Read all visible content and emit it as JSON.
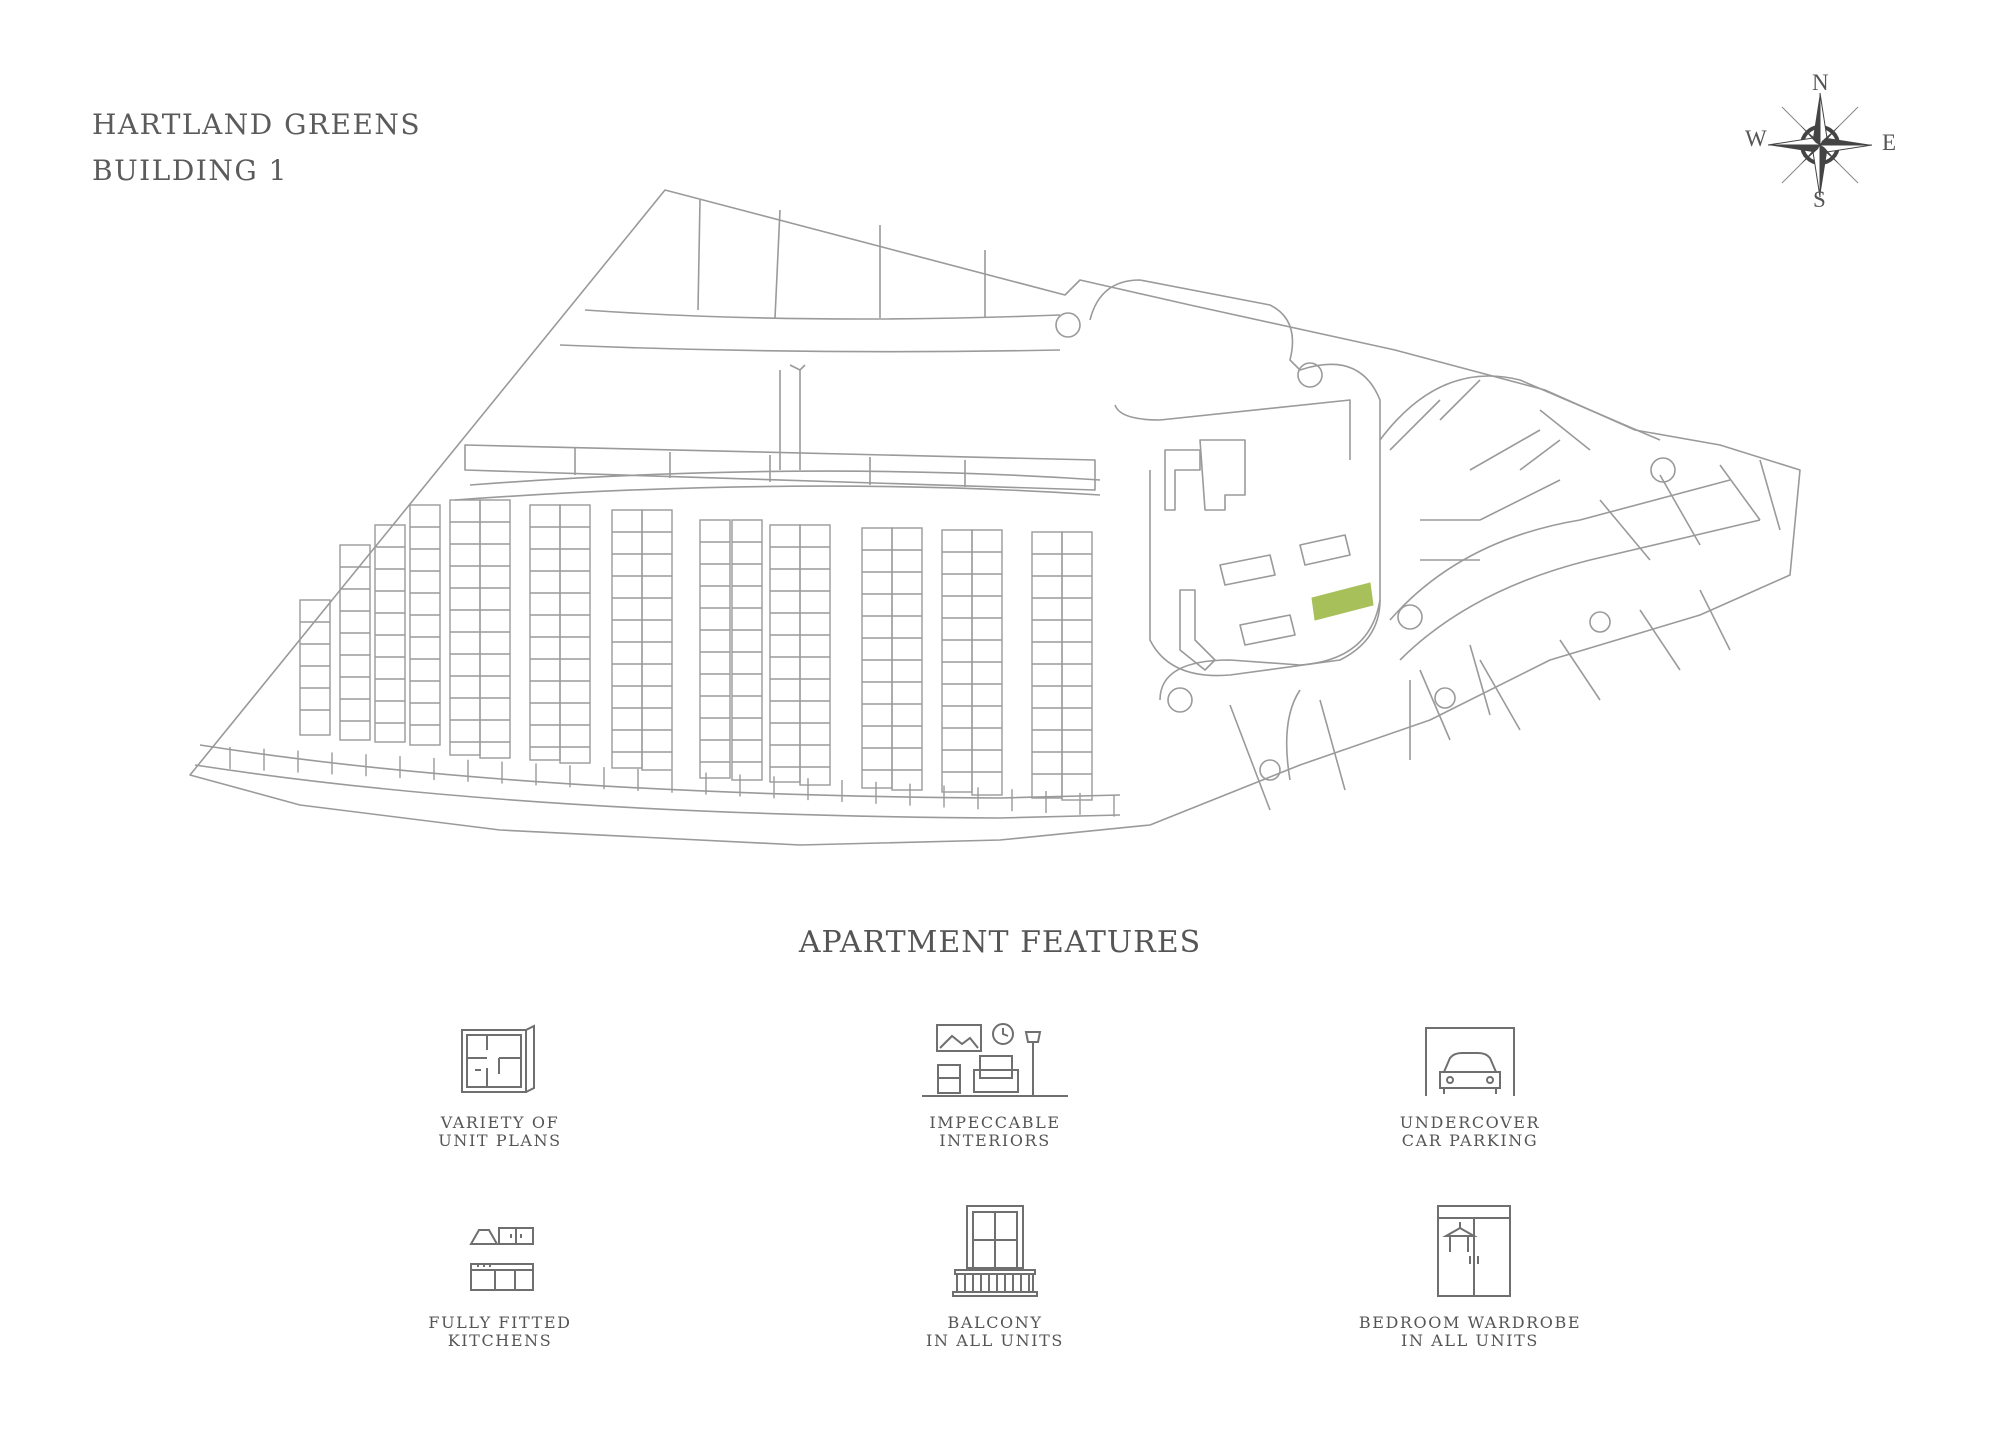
{
  "header": {
    "title_line1": "HARTLAND GREENS",
    "title_line2": "BUILDING 1"
  },
  "compass": {
    "n": "N",
    "e": "E",
    "s": "S",
    "w": "W"
  },
  "map": {
    "line_color": "#9a9a9a",
    "highlight_color": "#a8c05a",
    "highlighted_building": "Building 1"
  },
  "features": {
    "title": "APARTMENT FEATURES",
    "items": [
      {
        "icon": "floor-plan-icon",
        "label": "VARIETY OF\nUNIT PLANS"
      },
      {
        "icon": "living-room-icon",
        "label": "IMPECCABLE\nINTERIORS"
      },
      {
        "icon": "car-garage-icon",
        "label": "UNDERCOVER\nCAR PARKING"
      },
      {
        "icon": "kitchen-icon",
        "label": "FULLY FITTED\nKITCHENS"
      },
      {
        "icon": "balcony-door-icon",
        "label": "BALCONY\nIN ALL UNITS"
      },
      {
        "icon": "wardrobe-icon",
        "label": "BEDROOM WARDROBE\nIN ALL UNITS"
      }
    ]
  }
}
